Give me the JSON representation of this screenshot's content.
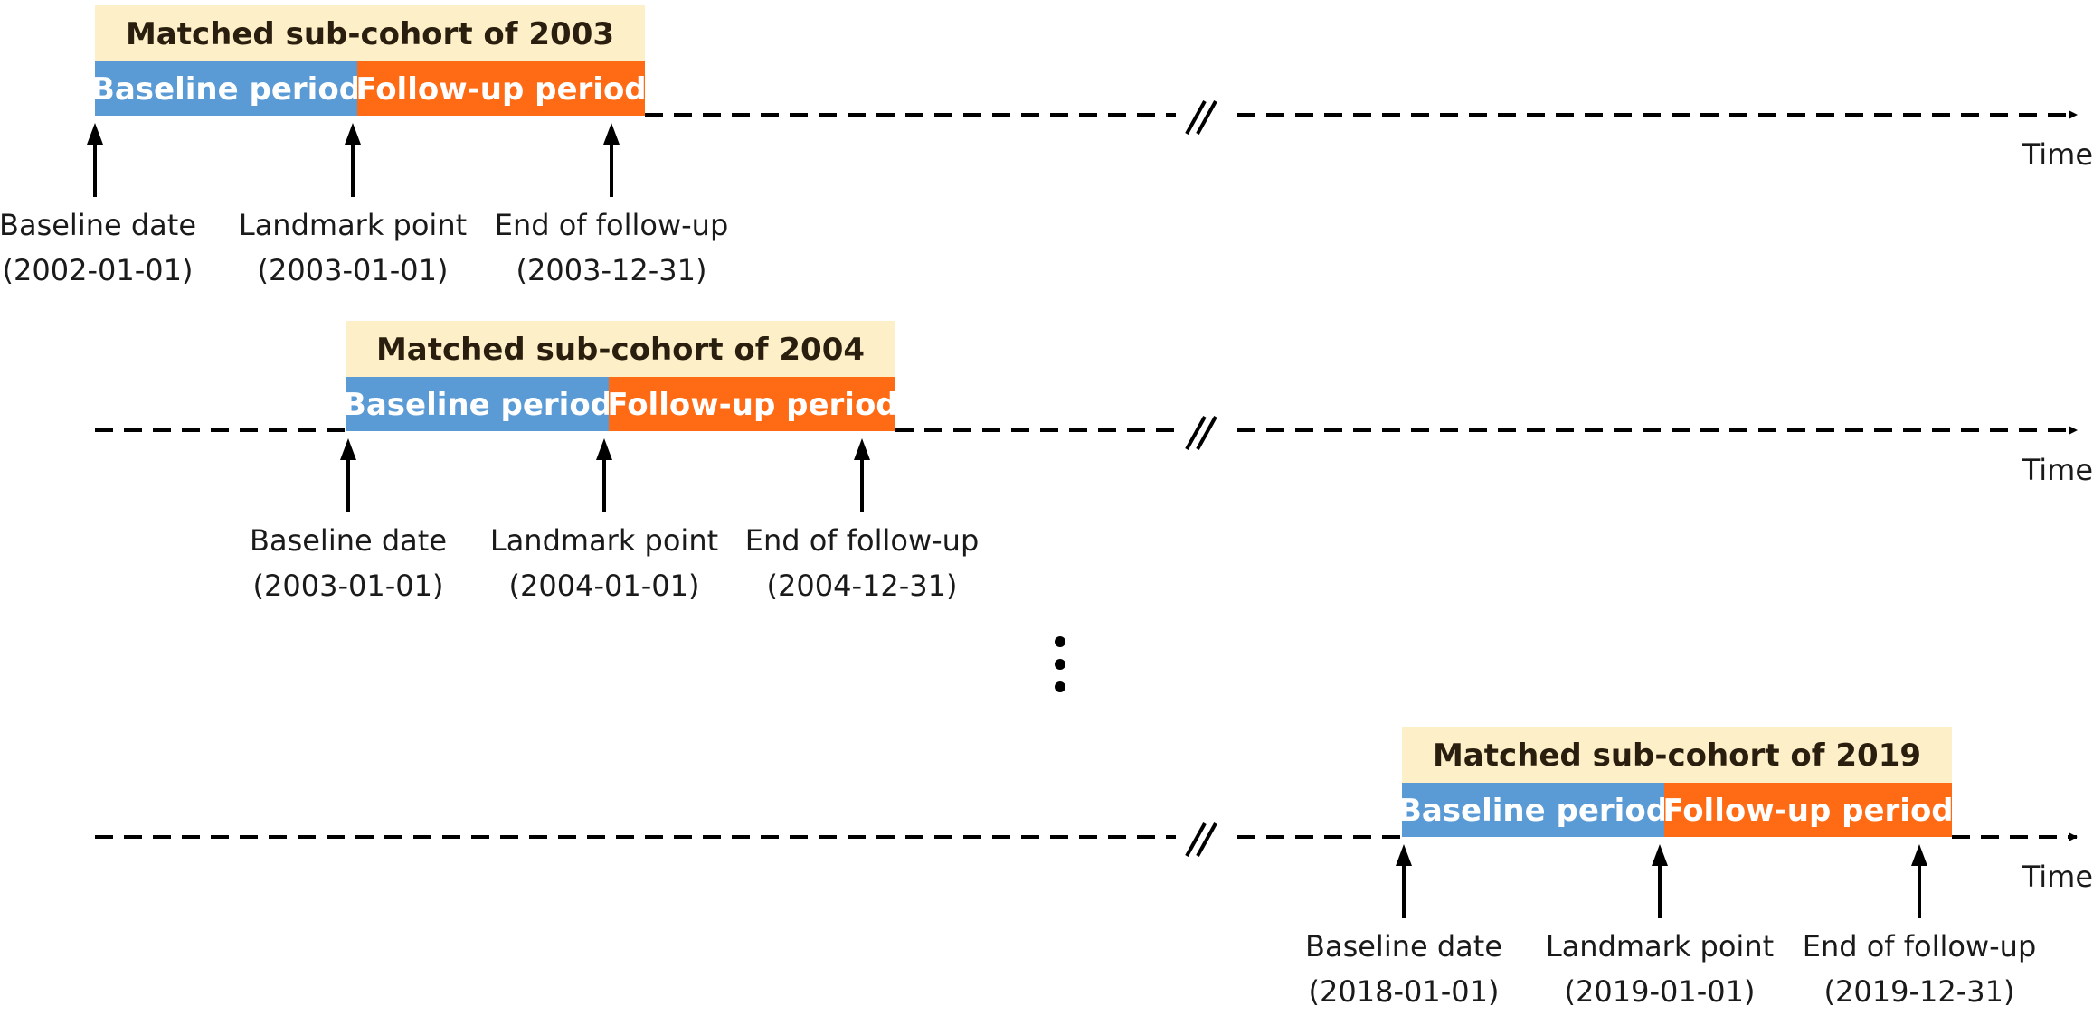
{
  "colors": {
    "title_bg": "#fdefc8",
    "baseline_bg": "#5b9bd5",
    "followup_bg": "#ff6a14",
    "line": "#000000"
  },
  "axis_label": "Time",
  "continuation_marker": "vertical-ellipsis",
  "cohorts": [
    {
      "title": "Matched sub-cohort of 2003",
      "baseline_period_label": "Baseline period",
      "followup_period_label": "Follow-up period",
      "points": [
        {
          "name": "Baseline date",
          "date": "(2002-01-01)"
        },
        {
          "name": "Landmark point",
          "date": "(2003-01-01)"
        },
        {
          "name": "End of follow-up",
          "date": "(2003-12-31)"
        }
      ]
    },
    {
      "title": "Matched sub-cohort of 2004",
      "baseline_period_label": "Baseline period",
      "followup_period_label": "Follow-up period",
      "points": [
        {
          "name": "Baseline date",
          "date": "(2003-01-01)"
        },
        {
          "name": "Landmark point",
          "date": "(2004-01-01)"
        },
        {
          "name": "End of follow-up",
          "date": "(2004-12-31)"
        }
      ]
    },
    {
      "title": "Matched sub-cohort of 2019",
      "baseline_period_label": "Baseline period",
      "followup_period_label": "Follow-up period",
      "points": [
        {
          "name": "Baseline date",
          "date": "(2018-01-01)"
        },
        {
          "name": "Landmark point",
          "date": "(2019-01-01)"
        },
        {
          "name": "End of follow-up",
          "date": "(2019-12-31)"
        }
      ]
    }
  ]
}
